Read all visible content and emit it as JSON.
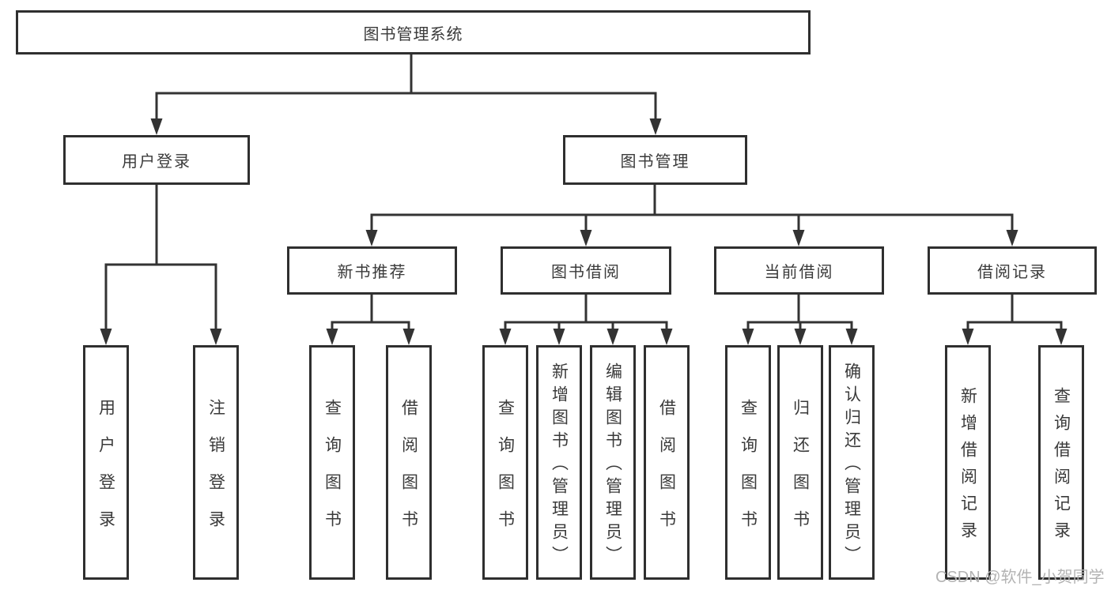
{
  "colors": {
    "background": "#ffffff",
    "line": "#333333",
    "box_border": "#2f2f2f",
    "text": "#3a3a3a",
    "watermark": "#b3b3b3"
  },
  "nodes": {
    "root": {
      "label": "图书管理系统"
    },
    "level2": [
      {
        "label": "用户登录"
      },
      {
        "label": "图书管理"
      }
    ],
    "level3": [
      {
        "label": "新书推荐"
      },
      {
        "label": "图书借阅"
      },
      {
        "label": "当前借阅"
      },
      {
        "label": "借阅记录"
      }
    ],
    "leaves": [
      {
        "label": "用户登录"
      },
      {
        "label": "注销登录"
      },
      {
        "label": "查询图书"
      },
      {
        "label": "借阅图书"
      },
      {
        "label": "查询图书"
      },
      {
        "label": "新增图书（管理员）"
      },
      {
        "label": "编辑图书（管理员）"
      },
      {
        "label": "借阅图书"
      },
      {
        "label": "查询图书"
      },
      {
        "label": "归还图书"
      },
      {
        "label": "确认归还（管理员）"
      },
      {
        "label": "新增借阅记录"
      },
      {
        "label": "查询借阅记录"
      }
    ]
  },
  "watermark": {
    "text": "CSDN @软件_小贺同学"
  }
}
